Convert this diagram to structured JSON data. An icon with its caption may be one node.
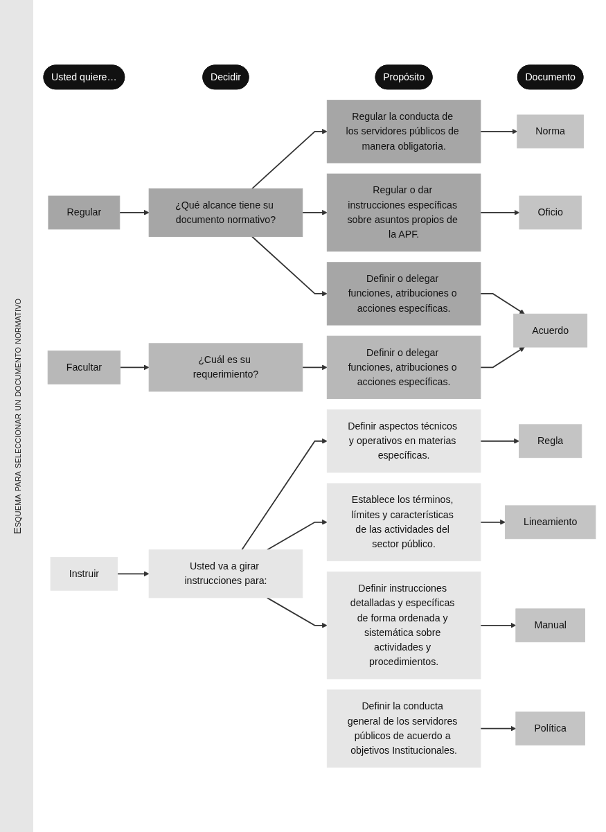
{
  "diagram": {
    "title": "Esquema para seleccionar un documento normativo",
    "nodes": [
      {
        "text": [
          "Usted quiere…"
        ]
      },
      {
        "text": [
          "Decidir"
        ]
      },
      {
        "text": [
          "Propósito"
        ]
      },
      {
        "text": [
          "Documento"
        ]
      },
      {
        "text": [
          "Regular"
        ]
      },
      {
        "text": [
          "¿Qué alcance tiene su documento normativo?"
        ]
      },
      {
        "text": [
          "Regular la conducta de los servidores públicos de manera obligatoria."
        ]
      },
      {
        "text": [
          "Norma"
        ]
      },
      {
        "text": [
          "Regular o dar instrucciones específicas sobre asuntos propios de la APF."
        ]
      },
      {
        "text": [
          "Oficio"
        ]
      },
      {
        "text": [
          "Definir o delegar funciones, atribuciones o acciones específicas."
        ]
      },
      {
        "text": [
          "Acuerdo"
        ]
      },
      {
        "text": [
          "Facultar"
        ]
      },
      {
        "text": [
          "¿Cuál es su requerimiento?"
        ]
      },
      {
        "text": [
          "Definir o delegar funciones, atribuciones o acciones específicas."
        ]
      },
      {
        "text": [
          "Definir la conducta general de los servidores públicos de acuerdo a objetivos Institucionales."
        ]
      },
      {
        "text": [
          "Política"
        ]
      },
      {
        "text": [
          "Instruir"
        ]
      },
      {
        "text": [
          "Usted va a girar instrucciones para:"
        ]
      },
      {
        "text": [
          "Definir aspectos técnicos y operativos en materias específicas."
        ]
      },
      {
        "text": [
          "Regla"
        ]
      },
      {
        "text": [
          "Establece los términos, límites y características de las actividades del sector público."
        ]
      },
      {
        "text": [
          "Lineamiento"
        ]
      },
      {
        "text": [
          "Definir instrucciones detalladas y específicas de forma ordenada y sistemática sobre actividades y procedimientos."
        ]
      },
      {
        "text": [
          "Manual"
        ]
      }
    ],
    "edges": [
      {
        "from": 4,
        "to": 5,
        "arrow": "to"
      },
      {
        "from": 5,
        "to": 6,
        "arrow": "to"
      },
      {
        "from": 5,
        "to": 8,
        "arrow": "to"
      },
      {
        "from": 5,
        "to": 10,
        "arrow": "to"
      },
      {
        "from": 6,
        "to": 7,
        "arrow": "to"
      },
      {
        "from": 8,
        "to": 9,
        "arrow": "to"
      },
      {
        "from": 10,
        "to": 11,
        "arrow": "to"
      },
      {
        "from": 12,
        "to": 13,
        "arrow": "to"
      },
      {
        "from": 13,
        "to": 14,
        "arrow": "to"
      },
      {
        "from": 14,
        "to": 11,
        "arrow": "to"
      },
      {
        "from": 15,
        "to": 16,
        "arrow": "to"
      },
      {
        "from": 17,
        "to": 18,
        "arrow": "to"
      },
      {
        "from": 18,
        "to": 19,
        "arrow": "to"
      },
      {
        "from": 18,
        "to": 21,
        "arrow": "to"
      },
      {
        "from": 18,
        "to": 23,
        "arrow": "to"
      },
      {
        "from": 19,
        "to": 20,
        "arrow": "to"
      },
      {
        "from": 21,
        "to": 22,
        "arrow": "to"
      },
      {
        "from": 23,
        "to": 24,
        "arrow": "to"
      }
    ]
  }
}
